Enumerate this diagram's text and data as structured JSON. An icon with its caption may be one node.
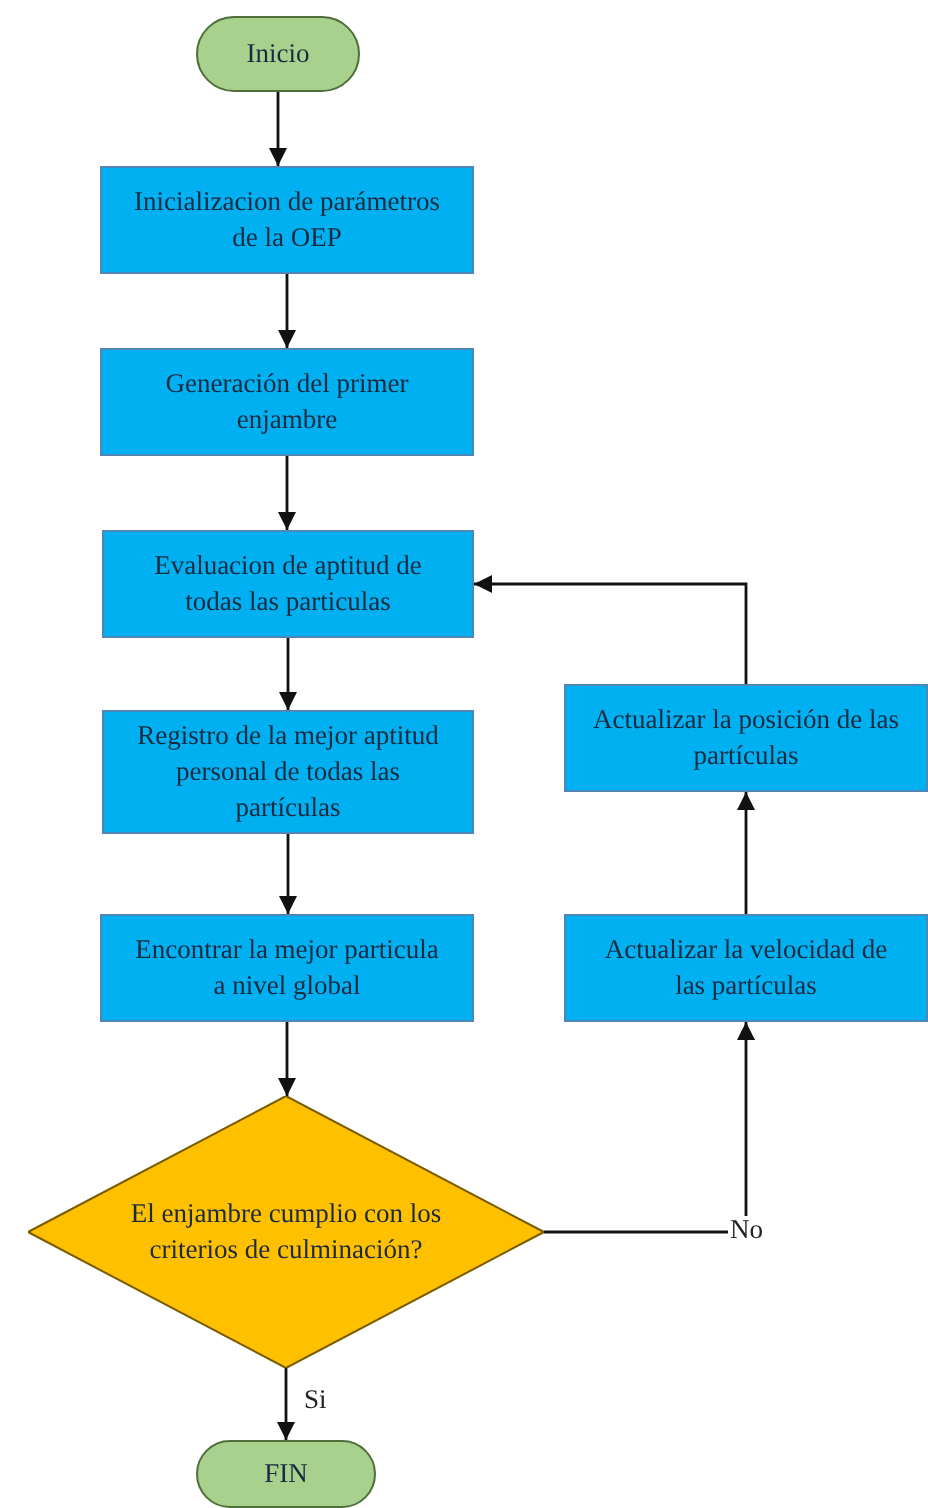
{
  "diagram": {
    "nodes": [
      {
        "text": [
          "Inicio"
        ]
      },
      {
        "text": [
          "Inicializacion de parámetros de la OEP"
        ]
      },
      {
        "text": [
          "Generación del primer enjambre"
        ]
      },
      {
        "text": [
          "Evaluacion de aptitud de todas las particulas"
        ]
      },
      {
        "text": [
          "Registro de la mejor aptitud personal de todas las partículas"
        ]
      },
      {
        "text": [
          "Encontrar la mejor particula a nivel global"
        ]
      },
      {
        "text": [
          "El enjambre cumplio con los criterios de culminación?"
        ]
      },
      {
        "text": [
          "FIN"
        ]
      },
      {
        "text": [
          "Actualizar la posición de las partículas"
        ]
      },
      {
        "text": [
          "Actualizar la velocidad de las partículas"
        ]
      }
    ],
    "edges": [
      {
        "from": 0,
        "to": 1,
        "arrow": "to"
      },
      {
        "from": 1,
        "to": 2,
        "arrow": "to"
      },
      {
        "from": 2,
        "to": 3,
        "arrow": "to"
      },
      {
        "from": 3,
        "to": 4,
        "arrow": "to"
      },
      {
        "from": 4,
        "to": 5,
        "arrow": "to"
      },
      {
        "from": 5,
        "to": 6,
        "arrow": "to"
      },
      {
        "from": 6,
        "to": 7,
        "arrow": "to",
        "label": "Si"
      },
      {
        "from": 6,
        "to": 9,
        "arrow": "to",
        "label": "No"
      },
      {
        "from": 9,
        "to": 8,
        "arrow": "to"
      },
      {
        "from": 8,
        "to": 3,
        "arrow": "to"
      }
    ]
  }
}
